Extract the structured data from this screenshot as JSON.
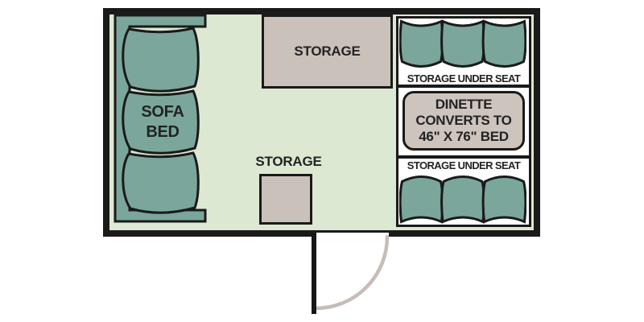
{
  "floorplan": {
    "sofa_bed": {
      "label": "SOFA\nBED"
    },
    "overhead_storage": {
      "label": "STORAGE"
    },
    "floor_storage": {
      "label": "STORAGE"
    },
    "dinette": {
      "top_bench_label": "STORAGE UNDER SEAT",
      "table_label": "DINETTE\nCONVERTS TO\n46\" X 76\" BED",
      "bottom_bench_label": "STORAGE UNDER SEAT"
    },
    "colors": {
      "wall": "#1A1A1A",
      "floor": "#DCE8D1",
      "cushion": "#7BA69B",
      "storage": "#CBC1BB",
      "dinette_table": "#CEC4BE",
      "door_swing": "#C6BDB8",
      "section_background": "#FFFFFF",
      "text": "#232323"
    }
  }
}
